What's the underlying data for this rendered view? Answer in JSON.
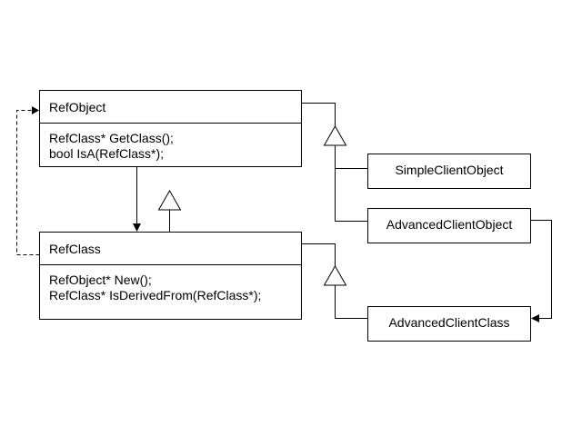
{
  "classes": {
    "ref_object": {
      "name": "RefObject",
      "methods": [
        "RefClass* GetClass();",
        "bool IsA(RefClass*);"
      ]
    },
    "ref_class": {
      "name": "RefClass",
      "methods": [
        "RefObject* New();",
        "RefClass* IsDerivedFrom(RefClass*);"
      ]
    },
    "simple_client_object": {
      "name": "SimpleClientObject"
    },
    "advanced_client_object": {
      "name": "AdvancedClientObject"
    },
    "advanced_client_class": {
      "name": "AdvancedClientClass"
    }
  }
}
